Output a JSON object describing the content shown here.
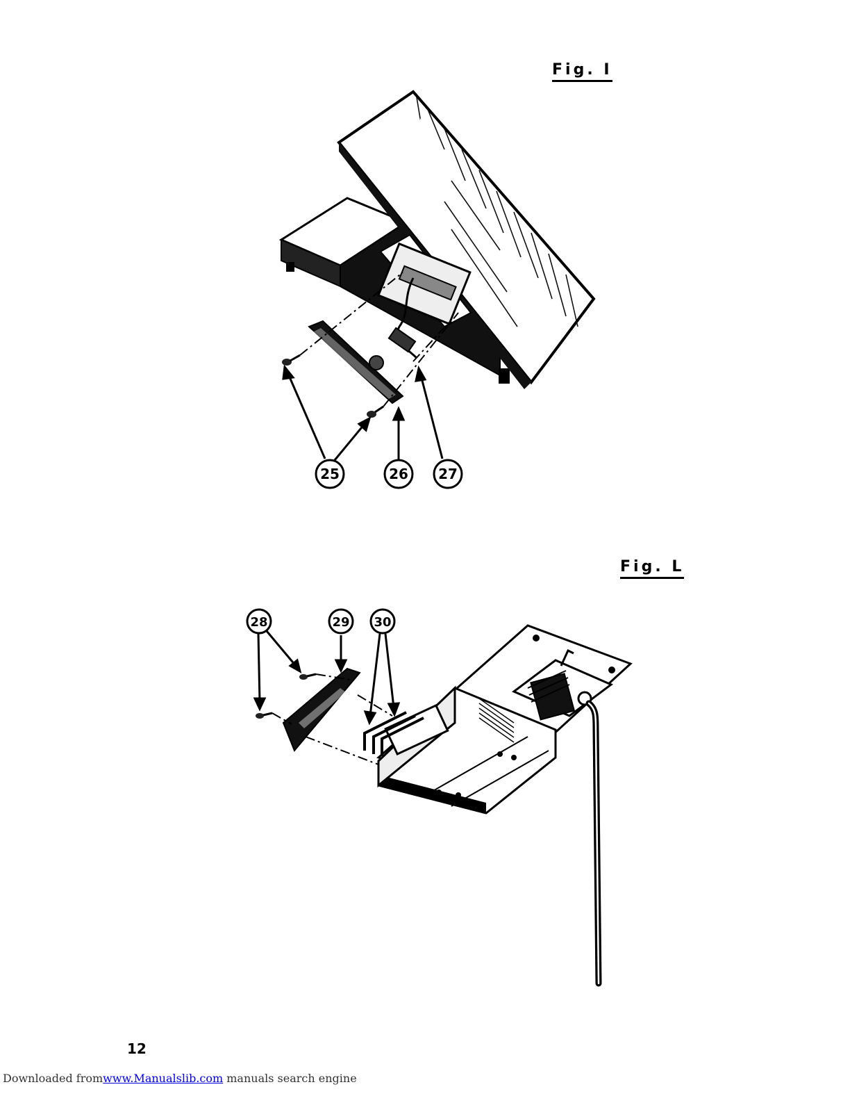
{
  "figures": {
    "fig_i": {
      "title": "Fig. I",
      "callouts": [
        "25",
        "26",
        "27"
      ]
    },
    "fig_l": {
      "title": "Fig. L",
      "callouts": [
        "28",
        "29",
        "30"
      ]
    }
  },
  "page_number": "12",
  "footer": {
    "prefix": "Downloaded from",
    "link_text": "www.Manualslib.com",
    "suffix": " manuals search engine"
  }
}
